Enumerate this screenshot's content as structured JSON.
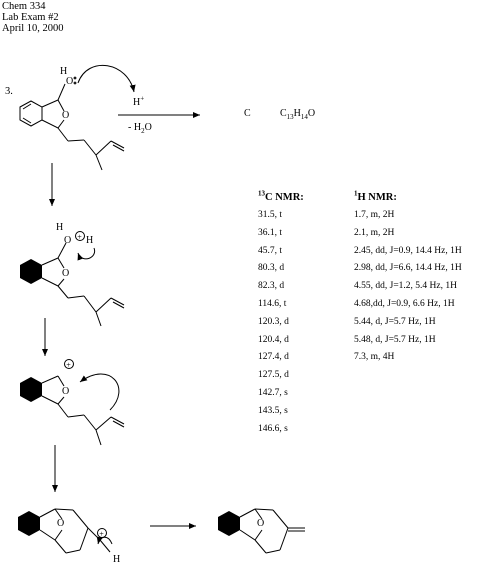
{
  "header": {
    "course": "Chem 334",
    "exam": "Lab Exam #2",
    "date": "April 10, 2000"
  },
  "problem": {
    "number": "3.",
    "reagent_acid": "H",
    "reagent_acid_charge": "+",
    "reagent_water_prefix": "- H",
    "reagent_water_sub": "2",
    "reagent_water_suffix": "O",
    "product_label": "C",
    "formula": {
      "c": "C",
      "c_count": "13",
      "h": "H",
      "h_count": "14",
      "o": "O"
    }
  },
  "structure_labels": {
    "oh_h": "H",
    "oh_o": "O",
    "ring_o": "O",
    "plus": "+",
    "proton_h": "H"
  },
  "c13_nmr": {
    "title_sup": "13",
    "title": "C NMR:",
    "peaks": [
      "31.5, t",
      "36.1, t",
      "45.7, t",
      "80.3, d",
      "82.3, d",
      "114.6, t",
      "120.3, d",
      "120.4, d",
      "127.4, d",
      "127.5, d",
      "142.7, s",
      "143.5, s",
      "146.6, s"
    ]
  },
  "h1_nmr": {
    "title_sup": "1",
    "title": "H NMR:",
    "peaks": [
      "1.7, m, 2H",
      "2.1, m, 2H",
      "2.45, dd, J=0.9, 14.4 Hz, 1H",
      "2.98, dd, J=6.6, 14.4 Hz, 1H",
      "4.55, dd, J=1.2, 5.4 Hz, 1H",
      "4.68,dd, J=0.9, 6.6 Hz, 1H",
      "5.44, d, J=5.7 Hz, 1H",
      "5.48, d, J=5.7 Hz, 1H",
      "7.3, m, 4H"
    ]
  }
}
